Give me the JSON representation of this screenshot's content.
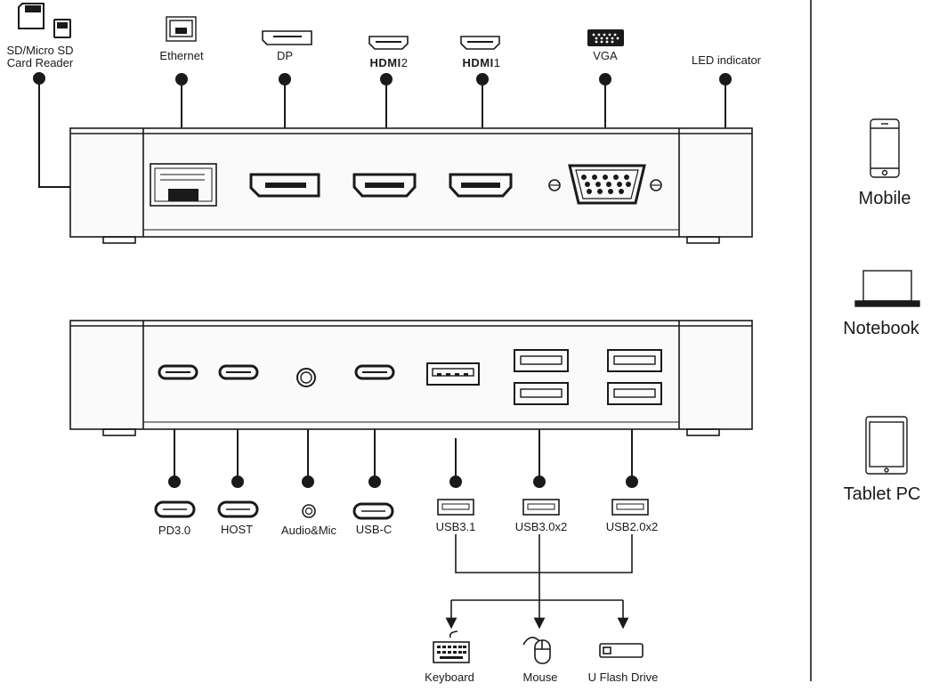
{
  "top_labels": {
    "sd_card": [
      "SD/Micro SD",
      "Card Reader"
    ],
    "ethernet": "Ethernet",
    "dp": "DP",
    "hdmi2_text": "HDMI",
    "hdmi2_num": "2",
    "hdmi1_text": "HDMI",
    "hdmi1_num": "1",
    "vga": "VGA",
    "led": "LED indicator"
  },
  "bottom_labels": {
    "pd": "PD3.0",
    "host": "HOST",
    "audio": "Audio&Mic",
    "usbc": "USB-C",
    "usb31": "USB3.1",
    "usb30": "USB3.0x2",
    "usb20": "USB2.0x2"
  },
  "peripherals": {
    "keyboard": "Keyboard",
    "mouse": "Mouse",
    "flash": "U Flash Drive"
  },
  "devices": {
    "mobile": "Mobile",
    "notebook": "Notebook",
    "tablet": "Tablet PC"
  }
}
